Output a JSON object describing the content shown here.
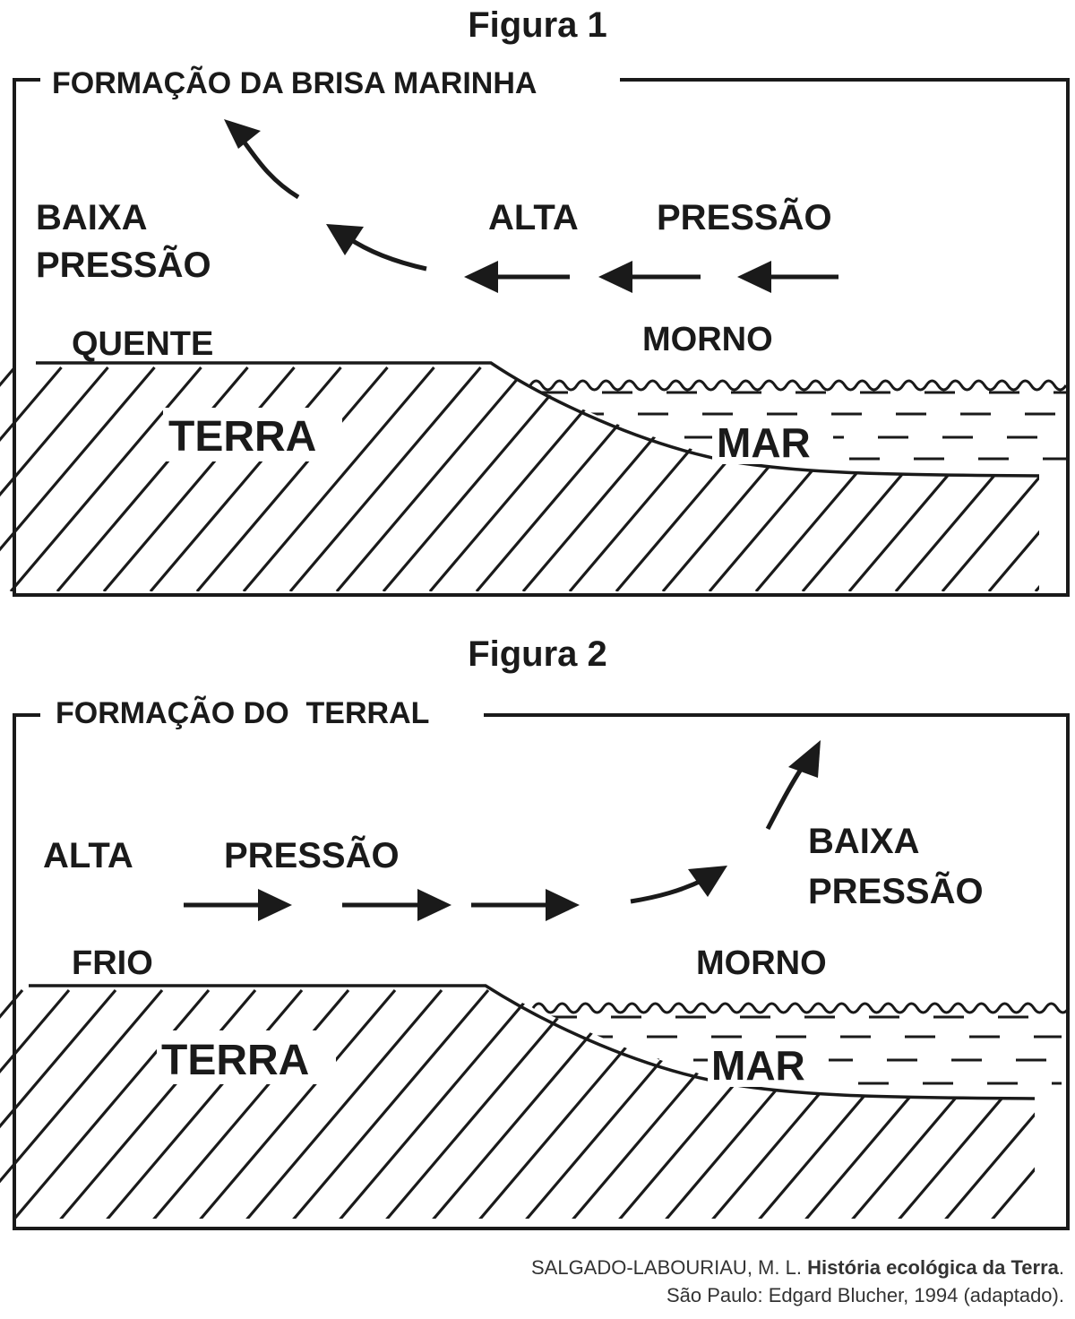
{
  "figure1": {
    "heading": "Figura 1",
    "box_title": "FORMAÇÃO DA BRISA MARINHA",
    "low_pressure_line1": "BAIXA",
    "low_pressure_line2": "PRESSÃO",
    "high_pressure_word1": "ALTA",
    "high_pressure_word2": "PRESSÃO",
    "land_temp": "QUENTE",
    "sea_temp": "MORNO",
    "land_label": "TERRA",
    "sea_label": "MAR"
  },
  "figure2": {
    "heading": "Figura 2",
    "box_title": "FORMAÇÃO DO  TERRAL",
    "high_pressure_word1": "ALTA",
    "high_pressure_word2": "PRESSÃO",
    "low_pressure_line1": "BAIXA",
    "low_pressure_line2": "PRESSÃO",
    "land_temp": "FRIO",
    "sea_temp": "MORNO",
    "land_label": "TERRA",
    "sea_label": "MAR"
  },
  "citation": {
    "line1_author": "SALGADO-LABOURIAU, M. L. ",
    "line1_title": "História ecológica da Terra",
    "line1_end": ".",
    "line2": "São Paulo: Edgard Blucher, 1994 (adaptado)."
  }
}
